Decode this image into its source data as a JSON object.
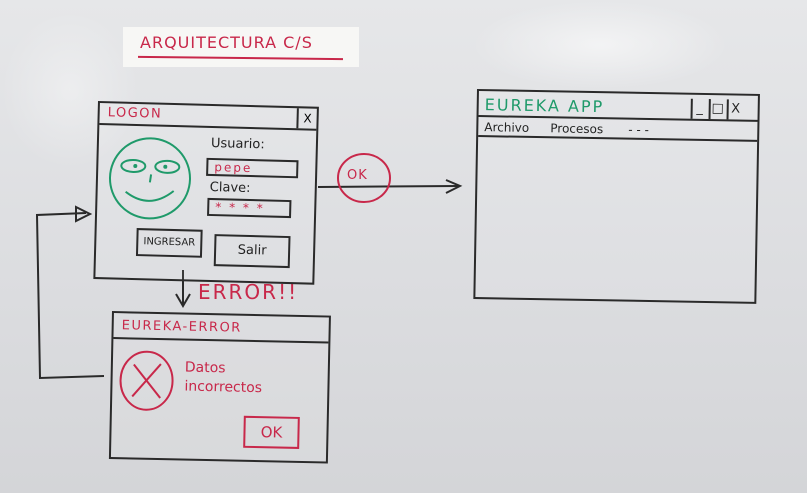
{
  "diagram": {
    "title": "ARQUITECTURA C/S",
    "error_label": "ERROR!!",
    "ok_label": "OK"
  },
  "logon_window": {
    "title": "LOGON",
    "close": "X",
    "user_label": "Usuario:",
    "user_value": "pepe",
    "password_label": "Clave:",
    "password_value": "* * * *",
    "login_button": "INGRESAR",
    "exit_button": "Salir"
  },
  "app_window": {
    "title": "EUREKA APP",
    "controls": [
      "_",
      "□",
      "X"
    ],
    "menu": [
      "Archivo",
      "Procesos",
      "- - -"
    ]
  },
  "error_window": {
    "title": "EUREKA-ERROR",
    "message_line1": "Datos",
    "message_line2": "incorrectos",
    "ok_button": "OK"
  },
  "colors": {
    "red_marker": "#c8284a",
    "green_marker": "#1f9a6a",
    "black_marker": "#2a2a2a"
  }
}
